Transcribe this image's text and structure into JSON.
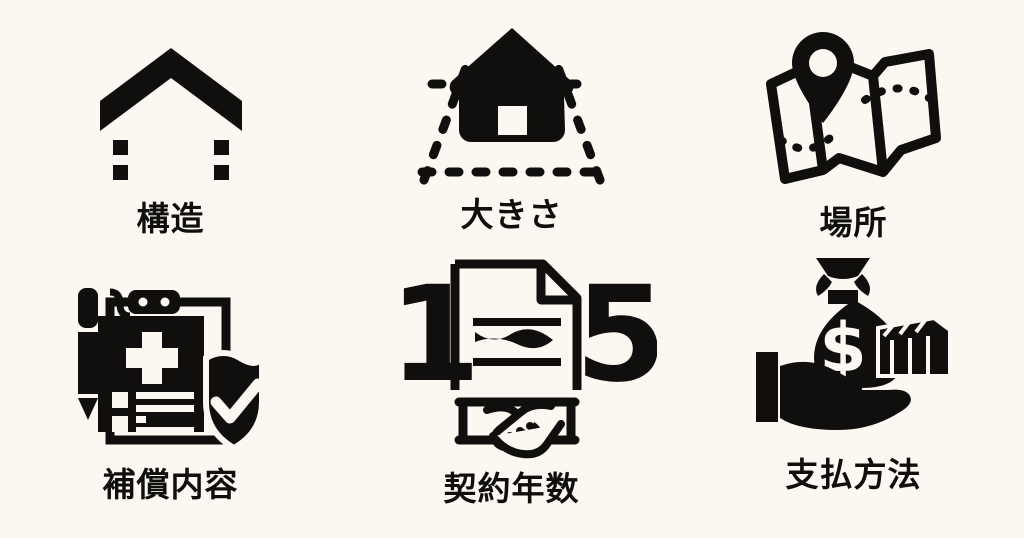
{
  "page": {
    "background_color": "#faf8f1",
    "foreground_color": "#100f0d",
    "layout": "2 rows x 3 columns icon grid"
  },
  "items": [
    {
      "id": "structure",
      "label": "構造",
      "icon": "dotted-house-outline-icon",
      "icon_description": "House with solid chevron roof and dotted square walls"
    },
    {
      "id": "size",
      "label": "大きさ",
      "icon": "house-measurement-icon",
      "icon_description": "Solid house inside dashed trapezoid measurement lines"
    },
    {
      "id": "location",
      "label": "場所",
      "icon": "map-pin-icon",
      "icon_description": "Folded map with a location pin marker"
    },
    {
      "id": "coverage",
      "label": "補償内容",
      "icon": "clipboard-shield-icon",
      "icon_description": "Medical clipboard with pen and check-mark shield"
    },
    {
      "id": "term",
      "label": "契約年数",
      "icon": "contract-years-icon",
      "icon_description": "Document with handshake between the numerals 1 and 5",
      "numerals": [
        "1",
        "5"
      ]
    },
    {
      "id": "payment",
      "label": "支払方法",
      "icon": "money-bag-hand-icon",
      "icon_description": "Hand holding money bag with dollar sign and cash stack",
      "currency_symbol": "$"
    }
  ]
}
